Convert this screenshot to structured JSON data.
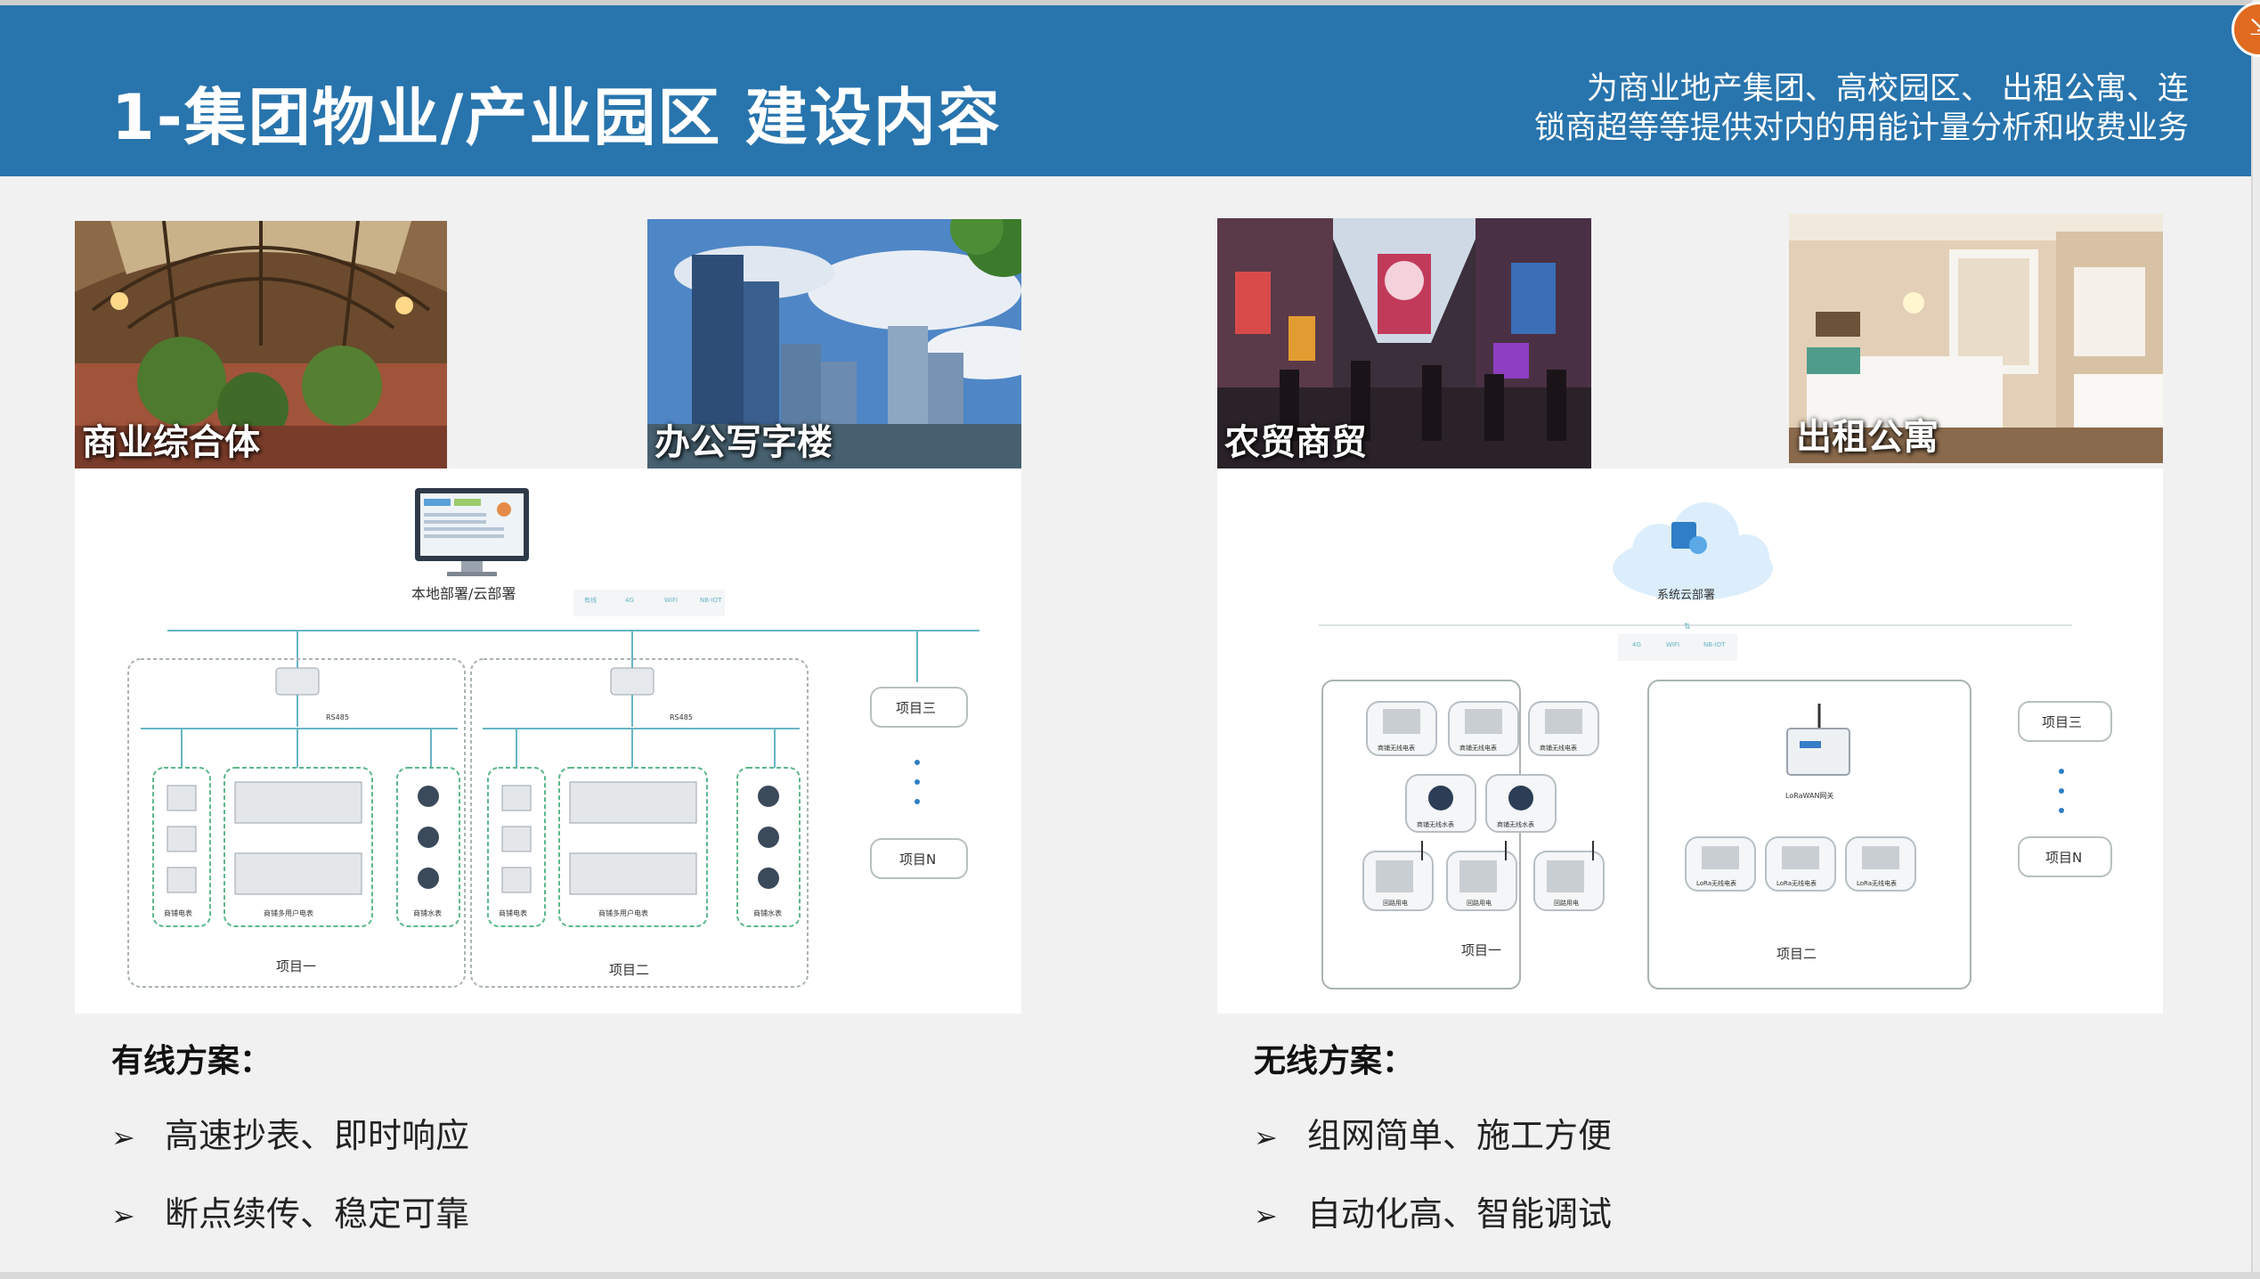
{
  "header": {
    "title": "1-集团物业/产业园区   建设内容",
    "subtitle_line1": "为商业地产集团、高校园区、 出租公寓、连",
    "subtitle_line2": "锁商超等等提供对内的用能计量分析和收费业务"
  },
  "photos": [
    {
      "label": "商业综合体"
    },
    {
      "label": "办公写字楼"
    },
    {
      "label": "农贸商贸"
    },
    {
      "label": "出租公寓"
    }
  ],
  "wired_diagram": {
    "top_label": "本地部署/云部署",
    "bus_label": "RS485",
    "project1": "项目一",
    "project2": "项目二",
    "project3": "项目三",
    "projectN": "项目N",
    "col_labels": [
      "商铺电表",
      "商铺多用户电表",
      "商铺水表"
    ]
  },
  "wireless_diagram": {
    "cloud_label": "系统云部署",
    "gateway_label": "LoRaWAN网关",
    "project1": "项目一",
    "project2": "项目二",
    "project3": "项目三",
    "projectN": "项目N",
    "meter_label_a": "商铺无线电表",
    "meter_label_b": "商铺无线水表",
    "meter_label_c": "回路用电",
    "meter_label_d": "LoRa无线电表"
  },
  "wired": {
    "title": "有线方案：",
    "bullets": [
      "高速抄表、即时响应",
      "断点续传、稳定可靠"
    ]
  },
  "wireless": {
    "title": "无线方案：",
    "bullets": [
      "组网简单、施工方便",
      "自动化高、智能调试"
    ]
  },
  "bullet_marker": "➢",
  "colors": {
    "header": "#2874ad",
    "diagram_line": "#67b5c4",
    "dashed_box": "#9aa8a8"
  }
}
